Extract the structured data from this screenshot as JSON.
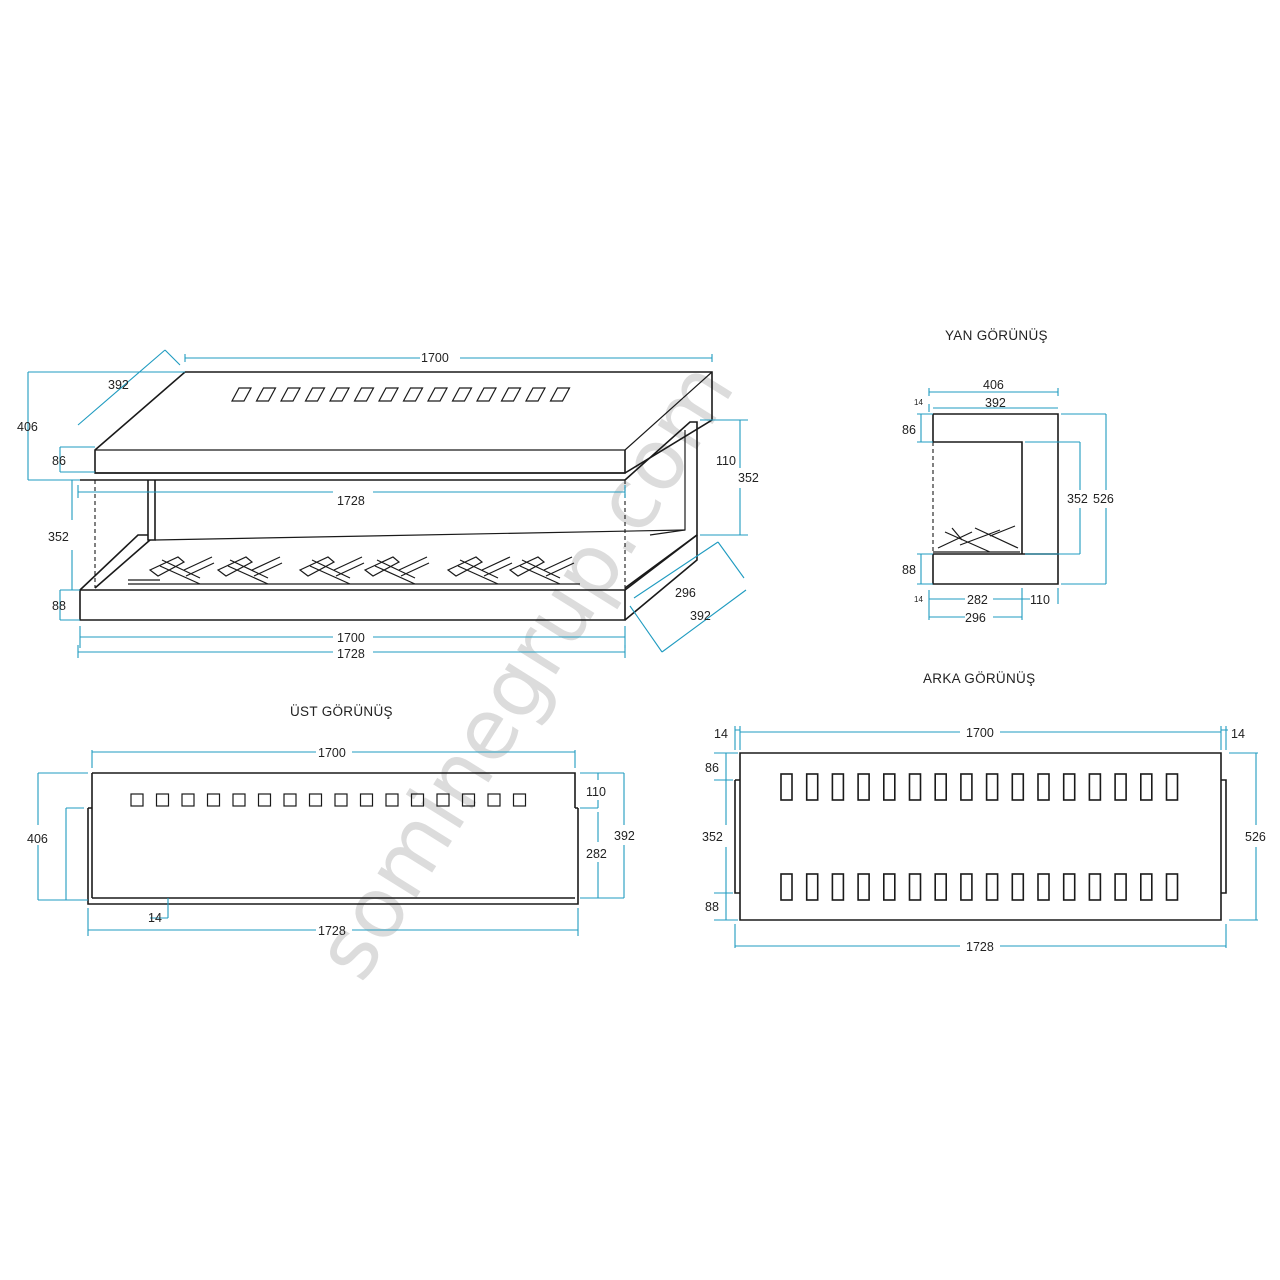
{
  "views": {
    "side": {
      "title": "YAN GÖRÜNÜŞ"
    },
    "top": {
      "title": "ÜST GÖRÜNÜŞ"
    },
    "back": {
      "title": "ARKA  GÖRÜNÜŞ"
    }
  },
  "watermark": "sominegrup.com",
  "dims": {
    "iso": {
      "width_top": "1700",
      "depth_top": "392",
      "height_total": "406",
      "top_h": "86",
      "inner_w": "1728",
      "inner_h": "352",
      "base_h": "88",
      "right_h": "110",
      "right_inner": "352",
      "width_bottom": "1700",
      "width_bottom2": "1728",
      "depth_a": "296",
      "depth_b": "392"
    },
    "side": {
      "w_total": "406",
      "w_inner": "392",
      "tiny_top": "14",
      "top_h": "86",
      "inner_h": "352",
      "total_h": "526",
      "base_h": "88",
      "tiny_bot": "14",
      "w_282": "282",
      "w_110": "110",
      "w_296": "296"
    },
    "top": {
      "w": "1700",
      "d_total": "406",
      "d_392": "392",
      "d_110": "110",
      "d_282": "282",
      "edge": "14",
      "w_total": "1728"
    },
    "back": {
      "left_edge": "14",
      "w": "1700",
      "right_edge": "14",
      "top_h": "86",
      "mid_h": "352",
      "total_h": "526",
      "base_h": "88",
      "w_total": "1728"
    }
  },
  "colors": {
    "outline": "#1a1a1a",
    "dimension": "#1f9bc0",
    "watermark": "#dcdcdc"
  }
}
